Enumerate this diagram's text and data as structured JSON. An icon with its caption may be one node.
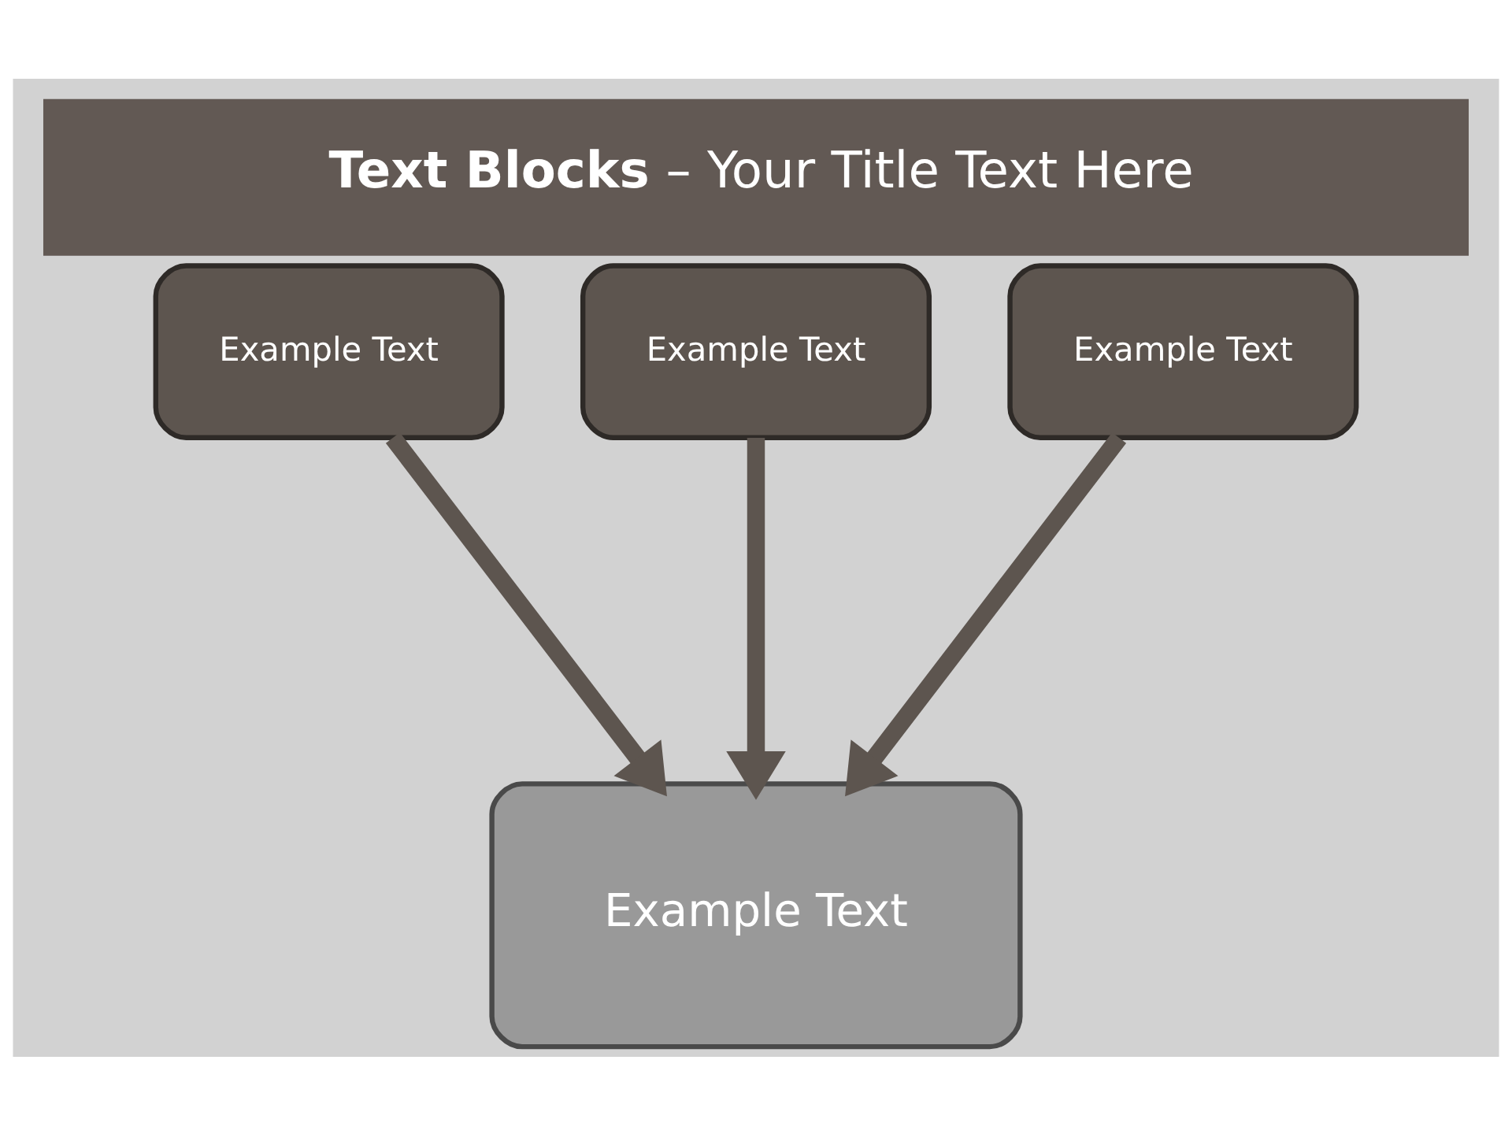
{
  "diagram": {
    "title": "**Text Blocks** – Your Title Text Here",
    "nodes": [
      {
        "text": [
          "Example Text"
        ]
      },
      {
        "text": [
          "Example Text"
        ]
      },
      {
        "text": [
          "Example Text"
        ]
      },
      {
        "text": [
          "Example Text"
        ]
      }
    ],
    "edges": [
      {
        "from": 0,
        "to": 3,
        "arrow": "to"
      },
      {
        "from": 1,
        "to": 3,
        "arrow": "to"
      },
      {
        "from": 2,
        "to": 3,
        "arrow": "to"
      }
    ]
  }
}
